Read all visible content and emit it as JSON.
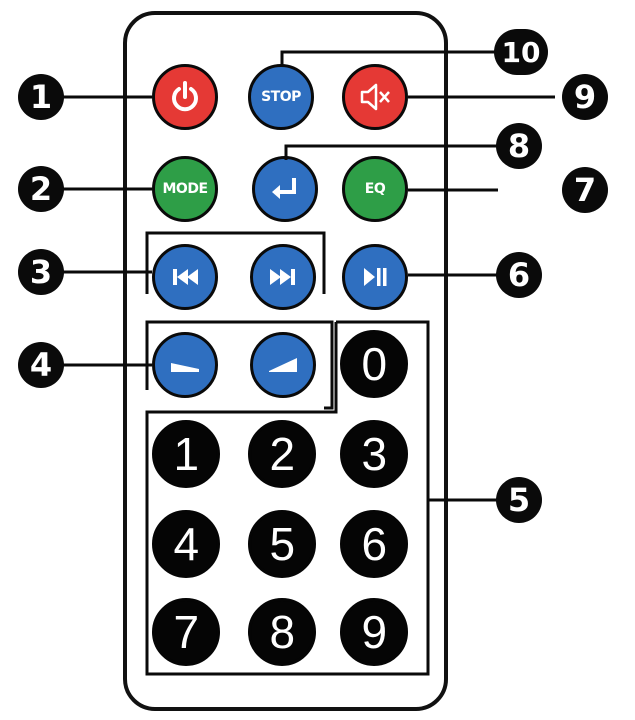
{
  "remote": {
    "buttons": {
      "power": {
        "label": "",
        "icon": "power-icon",
        "color": "#e53935"
      },
      "stop": {
        "label": "STOP",
        "color": "#2f6fc0"
      },
      "mute": {
        "label": "",
        "icon": "mute-icon",
        "color": "#e53935"
      },
      "mode": {
        "label": "MODE",
        "color": "#2e9e47"
      },
      "return": {
        "label": "",
        "icon": "return-icon",
        "color": "#2f6fc0"
      },
      "eq": {
        "label": "EQ",
        "color": "#2e9e47"
      },
      "prev": {
        "label": "",
        "icon": "previous-track-icon",
        "color": "#2f6fc0"
      },
      "next": {
        "label": "",
        "icon": "next-track-icon",
        "color": "#2f6fc0"
      },
      "play_pause": {
        "label": "",
        "icon": "play-pause-icon",
        "color": "#2f6fc0"
      },
      "vol_down": {
        "label": "",
        "icon": "volume-down-icon",
        "color": "#2f6fc0"
      },
      "vol_up": {
        "label": "",
        "icon": "volume-up-icon",
        "color": "#2f6fc0"
      }
    },
    "digits": [
      "0",
      "1",
      "2",
      "3",
      "4",
      "5",
      "6",
      "7",
      "8",
      "9"
    ]
  },
  "callouts": {
    "c1": "1",
    "c2": "2",
    "c3": "3",
    "c4": "4",
    "c5": "5",
    "c6": "6",
    "c7": "7",
    "c8": "8",
    "c9": "9",
    "c10": "10"
  }
}
